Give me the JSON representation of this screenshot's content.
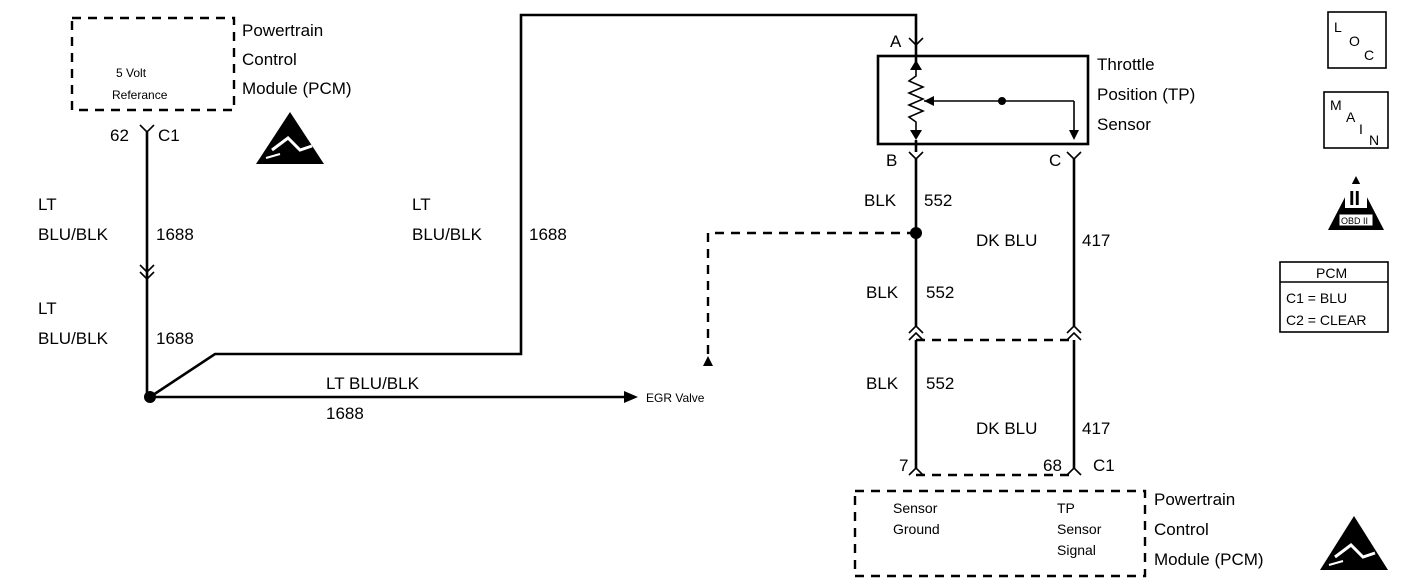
{
  "pcm_top": {
    "title_lines": [
      "Powertrain",
      "Control",
      "Module (PCM)"
    ],
    "inner_lines": [
      "5 Volt",
      "Referance"
    ],
    "pin": "62",
    "connector": "C1"
  },
  "wires": {
    "left_upper": {
      "color_line1": "LT",
      "color_line2": "BLU/BLK",
      "circuit": "1688"
    },
    "left_lower": {
      "color_line1": "LT",
      "color_line2": "BLU/BLK",
      "circuit": "1688"
    },
    "middle": {
      "color_line1": "LT",
      "color_line2": "BLU/BLK",
      "circuit": "1688"
    },
    "egr_feed": {
      "color": "LT BLU/BLK",
      "circuit": "1688"
    },
    "blk_top": {
      "color": "BLK",
      "circuit": "552"
    },
    "blk_mid": {
      "color": "BLK",
      "circuit": "552"
    },
    "blk_low": {
      "color": "BLK",
      "circuit": "552"
    },
    "dkblu_top": {
      "color": "DK BLU",
      "circuit": "417"
    },
    "dkblu_low": {
      "color": "DK BLU",
      "circuit": "417"
    }
  },
  "egr": {
    "label": "EGR Valve"
  },
  "tp_sensor": {
    "title_lines": [
      "Throttle",
      "Position (TP)",
      "Sensor"
    ],
    "pin_a": "A",
    "pin_b": "B",
    "pin_c": "C"
  },
  "pcm_bottom": {
    "title_lines": [
      "Powertrain",
      "Control",
      "Module (PCM)"
    ],
    "ground_lines": [
      "Sensor",
      "Ground"
    ],
    "signal_lines": [
      "TP",
      "Sensor",
      "Signal"
    ],
    "pin_ground": "7",
    "pin_signal": "68",
    "connector": "C1"
  },
  "legend_icons": {
    "loc": [
      "L",
      "O",
      "C"
    ],
    "main": [
      "M",
      "A",
      "I",
      "N"
    ],
    "obd": {
      "roman": "II",
      "caption": "OBD II"
    }
  },
  "pcm_table": {
    "header": "PCM",
    "rows": [
      "C1 = BLU",
      "C2 = CLEAR"
    ]
  }
}
